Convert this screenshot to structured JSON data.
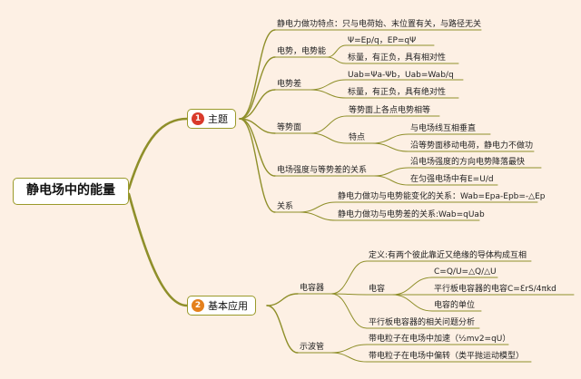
{
  "colors": {
    "line": "#8f8f2a",
    "badge1": "#d93a2b",
    "badge2": "#e4801c",
    "background": "#fdf0e4"
  },
  "root": "静电场中的能量",
  "branch1": {
    "num": "1",
    "label": "主题"
  },
  "branch2": {
    "num": "2",
    "label": "基本应用"
  },
  "t1": {
    "label": "静电力做功特点：只与电荷始、末位置有关，与路径无关"
  },
  "t2": {
    "label": "电势，电势能",
    "c1": "Ψ=Ep/q，EP=qΨ",
    "c2": "标量，有正负，具有相对性"
  },
  "t3": {
    "label": "电势差",
    "c1": "Uab=Ψa-Ψb，Uab=Wab/q",
    "c2": "标量，有正负，具有绝对性"
  },
  "t4": {
    "label": "等势面",
    "c1": "等势面上各点电势相等",
    "sub": "特点",
    "s1": "与电场线互相垂直",
    "s2": "沿等势面移动电荷，静电力不做功"
  },
  "t5": {
    "label": "电场强度与等势差的关系",
    "c1": "沿电场强度的方向电势降落最快",
    "c2": "在匀强电场中有E=U/d"
  },
  "t6": {
    "label": "关系",
    "c1": "静电力做功与电势能变化的关系：Wab=Epa-Epb=-△Ep",
    "c2": "静电力做功与电势差的关系:Wab=qUab"
  },
  "a1": {
    "label": "电容器",
    "c1": "定义:有两个彼此靠近又绝缘的导体构成互相",
    "sub": "电容",
    "s1": "C=Q/U=△Q/△U",
    "s2": "平行板电容器的电容C=ℇrS/4πkd",
    "s3": "电容的单位",
    "c2": "平行板电容器的相关问题分析"
  },
  "a2": {
    "label": "示波管",
    "c1": "带电粒子在电场中加速（½mv2=qU）",
    "c2": "带电粒子在电场中偏转（类平抛运动模型）"
  }
}
